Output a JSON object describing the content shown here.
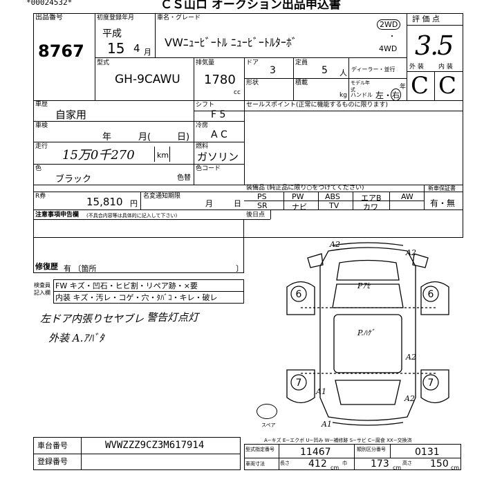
{
  "header": {
    "barcode_id": "*00024532*",
    "title_fragment": "ＣＳ山ロ オークション出品申込書"
  },
  "lot": {
    "label": "出品番号",
    "number": "8767"
  },
  "registration": {
    "label": "初度登録年月",
    "era": "平成",
    "year": "15",
    "month": "4",
    "month_unit": "月"
  },
  "model": {
    "label": "車名・グレード",
    "name": "VWﾆｭｰﾋﾞｰﾄﾙ ﾆｭｰﾋﾞｰﾄﾙﾀｰﾎﾞ"
  },
  "drive": {
    "two": "2WD",
    "four": "4WD",
    "dot": "・"
  },
  "evaluation": {
    "label": "評 価 点",
    "score": "3.5",
    "exterior_label": "外 装",
    "interior_label": "内 装",
    "exterior": "C",
    "interior": "C"
  },
  "type": {
    "label": "型式",
    "value": "GH-9CAWU"
  },
  "displacement": {
    "label": "排気量",
    "value": "1780",
    "unit": "cc"
  },
  "doors": {
    "label": "ドア",
    "value": "3"
  },
  "capacity": {
    "label": "定員",
    "value": "5",
    "unit": "人"
  },
  "dealer": {
    "label": "ディーラー・並行"
  },
  "shape": {
    "label": "形状"
  },
  "payload": {
    "label": "積載",
    "unit": "kg"
  },
  "model_year": {
    "label": "モデル年式",
    "unit": "年"
  },
  "steering": {
    "label": "ハンドル",
    "left": "左",
    "dot": "・",
    "right": "右"
  },
  "usage": {
    "label": "車歴",
    "value": "自家用"
  },
  "shift": {
    "label": "シフト",
    "value": "F 5"
  },
  "inspection": {
    "label": "車検",
    "year_unit": "年",
    "month_unit": "月(",
    "day_unit": "日)"
  },
  "ac": {
    "label": "冷房",
    "value": "A C"
  },
  "mileage": {
    "label": "走行",
    "value": "15万0千270",
    "unit": "km"
  },
  "fuel": {
    "label": "燃料",
    "value": "ガソリン"
  },
  "color": {
    "label": "色",
    "value": "ブラック",
    "change_label": "色替"
  },
  "color_code": {
    "label": "色コード"
  },
  "sales_point": {
    "label": "セールスポイント(正常に機能するものに限ります)"
  },
  "recycle": {
    "label": "R券",
    "value": "15,810",
    "unit": "円",
    "notice_label": "名変通知期限",
    "month_unit": "月",
    "day_unit": "日"
  },
  "equipment": {
    "label": "装備品 (純正品に限り○をつけてください)",
    "row1": [
      "PS",
      "PW",
      "ABS",
      "エアB",
      "AW"
    ],
    "row2": [
      "SR",
      "ナビ",
      "TV",
      "カワ",
      ""
    ],
    "new_car_warranty_label": "新車保証書",
    "new_car_warranty_value": "有・無"
  },
  "remarks": {
    "label": "注意事項申告欄",
    "sub": "(不具合内容等は具体的に記入して下さい)"
  },
  "bottom_note": {
    "label": "後日点"
  },
  "repair_history": {
    "label": "修復歴",
    "value": "有 〔箇所",
    "end": "〕"
  },
  "inspector": {
    "label": "検査員記入欄",
    "exterior_row": "FW キズ・凹石・ヒビ割・リペア跡・×要",
    "interior_row": "内装 キズ・汚レ・コゲ・穴・ﾀﾊﾞｺ・キレ・破レ"
  },
  "handwritten": {
    "line1": "左ドア内張りセヤブレ",
    "line1b": "警告灯点灯",
    "line2": "外装 A.ｱﾊﾞﾀ"
  },
  "diagram": {
    "marks": [
      "A2",
      "A2",
      "Pｱｾ",
      "P.ﾊｹﾞ",
      "A2",
      "A1",
      "A2",
      "A1"
    ],
    "circled": [
      "6",
      "6",
      "7",
      "7"
    ],
    "spare_label": "スペア"
  },
  "legend": {
    "text": "A−キズ E−エクボ U−凹み W−補修跡 S−サビ C−腐食 XX−交換済"
  },
  "vin": {
    "label": "車台番号",
    "value": "WVWZZZ9CZ3M617914"
  },
  "plate": {
    "label": "登録番号"
  },
  "dimensions": {
    "weight_label": "型式指定番号",
    "weight_value": "11467",
    "class_label": "類別区分番号",
    "class_value": "0131",
    "length_label": "長さ",
    "length_value": "412",
    "length_unit": "cm",
    "width_label": "巾",
    "width_value": "173",
    "width_unit": "cm",
    "height_label": "高さ",
    "height_value": "150",
    "height_unit": "cm",
    "size_label": "車両寸法"
  }
}
